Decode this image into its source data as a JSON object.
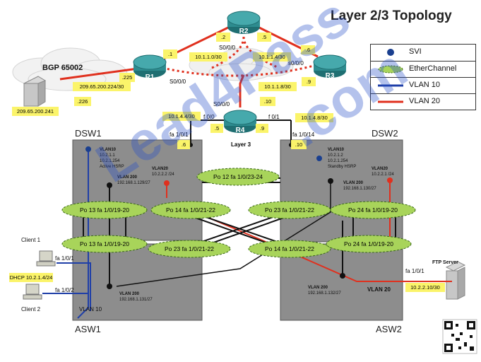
{
  "title": "Layer 2/3 Topology",
  "legend": [
    {
      "symbol": "svi-dot",
      "label": "SVI"
    },
    {
      "symbol": "etherchannel-ellipse",
      "label": "EtherChannel"
    },
    {
      "symbol": "blue-line",
      "label": "VLAN 10"
    },
    {
      "symbol": "red-line",
      "label": "VLAN  20"
    }
  ],
  "colors": {
    "vlan10": "#1f3fa8",
    "vlan20": "#e0301e",
    "etherchannel": "#a8d45a",
    "label_bg": "#fbf46a",
    "switch_box": "#8c8c8c",
    "router": "#2e8c8f"
  },
  "bgp": {
    "label": "BGP 65002",
    "server_ip": "209.65.200.241",
    "link_subnet": "209.65.200.224/30",
    "r1_addr": ".225",
    "server_side_addr": ".226"
  },
  "routers": {
    "r1": "R1",
    "r2": "R2",
    "r3": "R3",
    "r4": "R4"
  },
  "labels": {
    "r1_r2_addr": ".1",
    "r2_r1_addr": ".2",
    "r2_r3_addr": ".5",
    "r3_r2_addr": ".6",
    "r3_r4_addr": ".9",
    "r4_r3_addr": ".10",
    "r1_if": "S0/0/0",
    "r2_if": "S0/0/0",
    "r3_if": "s0/0/0",
    "r4_if": "S0/0/0",
    "subnet_r1_r2": "10.1.1.0/30",
    "subnet_r2_r3": "10.1.1.4/30",
    "subnet_r3_r4": "10.1.1.8/30",
    "subnet_r4_dsw1": "10.1.4.4/30",
    "subnet_r4_dsw2": "10.1.4.8/30",
    "r4_f00": "f 0/0",
    "r4_f01": "f 0/1",
    "r4_f00_addr": ".5",
    "r4_f01_addr": ".9",
    "dsw1_fa101": "fa 1/0/1",
    "dsw1_fa101_addr": ".6",
    "dsw2_fa1014": "fa 1/0/14",
    "dsw2_fa1014_addr": ".10",
    "layer3": "Layer 3"
  },
  "dsw1": {
    "name": "DSW1",
    "vlan10": [
      "VLAN10",
      "10.2.1.1",
      "10.2.1.254",
      "Active HSRP"
    ],
    "vlan20": [
      "VLAN20",
      "10.2.2.2 /24"
    ],
    "vlan200": [
      "VLAN 200",
      "192.168.1.129/27"
    ]
  },
  "dsw2": {
    "name": "DSW2",
    "vlan10": [
      "VLAN10",
      "10.2.1.2",
      "10.2.1.254",
      "Standby HSRP"
    ],
    "vlan20": [
      "VLAN20",
      "10.2.2.1 /24"
    ],
    "vlan200": [
      "VLAN 200",
      "192.168.1.130/27"
    ]
  },
  "asw1": {
    "name": "ASW1",
    "vlan200": [
      "VLAN 200",
      "192.168.1.131/27"
    ],
    "vlan10": "VLAN 10",
    "fa101": "fa 1/0/1",
    "fa102": "fa 1/0/2"
  },
  "asw2": {
    "name": "ASW2",
    "vlan200": [
      "VLAN 200",
      "192.168.1.132/27"
    ],
    "vlan20": "VLAN 20",
    "fa101": "fa 1/0/1"
  },
  "etherchannels": [
    "Po 12  fa 1/0/23-24",
    "Po 13  fa 1/0/19-20",
    "Po 14  fa 1/0/21-22",
    "Po 23  fa 1/0/21-22",
    "Po 24  fa 1/0/19-20",
    "Po 13  fa 1/0/19-20",
    "Po 23  fa 1/0/21-22",
    "Po 14  fa 1/0/21-22",
    "Po 24  fa 1/0/19-20"
  ],
  "clients": {
    "client1": "Client 1",
    "client2": "Client 2",
    "dhcp": "DHCP 10.2.1.4/24"
  },
  "ftp": {
    "label": "FTP Server",
    "ip": "10.2.2.10/30"
  },
  "watermark": [
    "Lead4Pass",
    ".com"
  ]
}
